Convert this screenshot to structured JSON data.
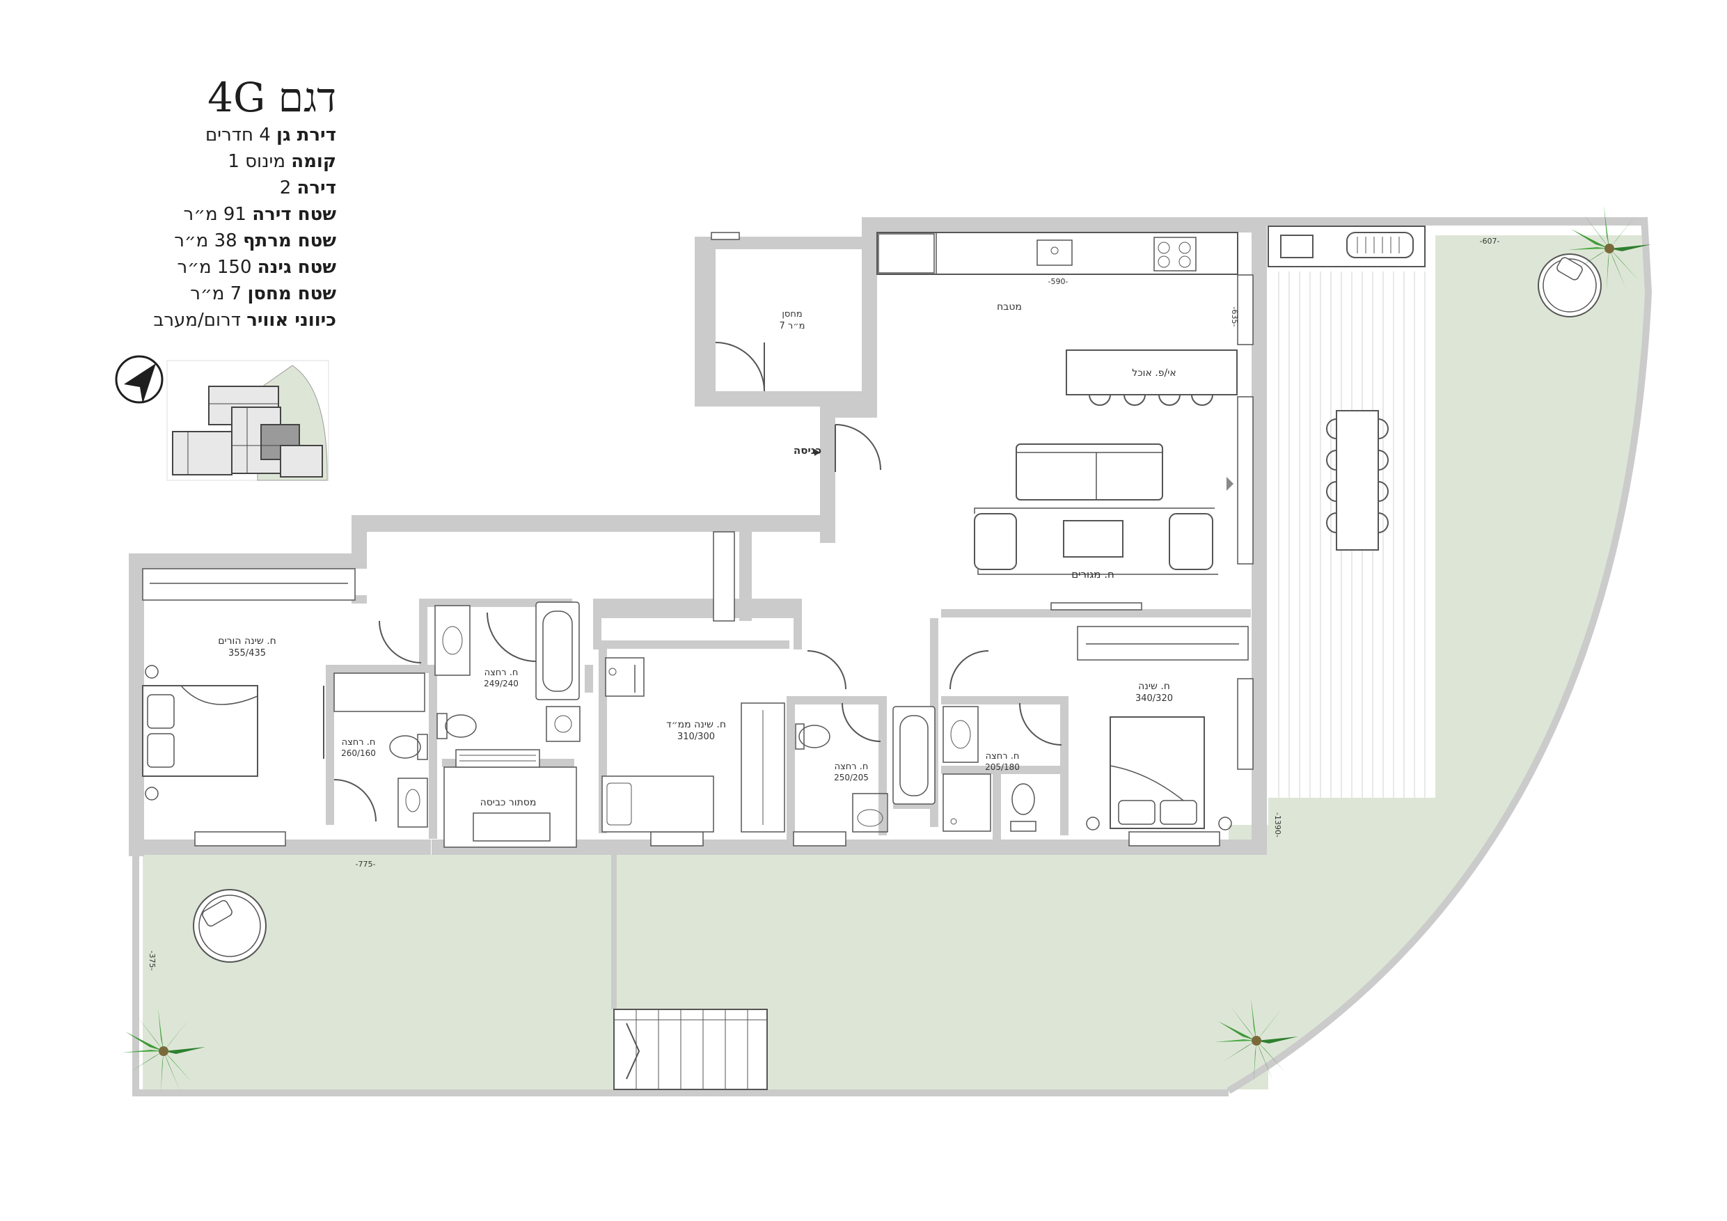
{
  "header": {
    "title": "דגם 4G",
    "rows": [
      {
        "label": "דירת גן",
        "value": "4 חדרים"
      },
      {
        "label": "קומה",
        "value": "מינוס 1"
      },
      {
        "label": "דירה",
        "value": "2"
      },
      {
        "label": "שטח דירה",
        "value": "91 מ״ר"
      },
      {
        "label": "שטח מרתף",
        "value": "38 מ״ר"
      },
      {
        "label": "שטח גינה",
        "value": "150 מ״ר"
      },
      {
        "label": "שטח מחסן",
        "value": "7 מ״ר"
      },
      {
        "label": "כיווני אוויר",
        "value": "דרום/מערב"
      }
    ]
  },
  "rooms": {
    "storage": {
      "name": "מחסן",
      "size": "7 מ״ר"
    },
    "kitchen": {
      "name": "מטבח"
    },
    "dining": {
      "name": "אי/פ. אוכל"
    },
    "living": {
      "name": "ח. מגורים"
    },
    "entrance": {
      "name": "כניסה"
    },
    "parents_bedroom": {
      "name": "ח. שינה הורים",
      "size": "355/435"
    },
    "parents_bath": {
      "name": "ח. רחצה",
      "size": "260/160"
    },
    "bath_1": {
      "name": "ח. רחצה",
      "size": "249/240"
    },
    "laundry": {
      "name": "מסתור כביסה"
    },
    "safe_room": {
      "name": "ח. שינה ממ״ד",
      "size": "310/300"
    },
    "bath_2": {
      "name": "ח. רחצה",
      "size": "250/205"
    },
    "bath_3": {
      "name": "ח. רחצה",
      "size": "205/180"
    },
    "bedroom": {
      "name": "ח. שינה",
      "size": "340/320"
    }
  },
  "dimensions": {
    "kitchen_width": "-590-",
    "kitchen_depth": "-635-",
    "deck_width": "-607-",
    "garden_length": "-775-",
    "garden_depth": "-375-",
    "east_length": "-1390-"
  },
  "colors": {
    "wall": "#cbcbcb",
    "garden": "#dde6d6",
    "deck": "#ffffff",
    "ink": "#333333",
    "palm": "#3f9a3a"
  },
  "icons": [
    "north-arrow-icon",
    "palm-tree-icon",
    "sofa-icon",
    "bed-icon",
    "toilet-icon",
    "bathtub-icon",
    "sink-icon",
    "stove-icon"
  ]
}
